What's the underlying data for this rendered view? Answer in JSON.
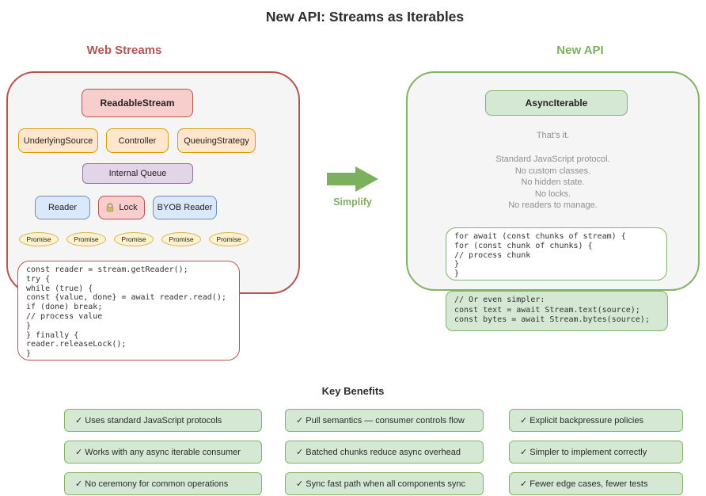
{
  "title": "New API: Streams as Iterables",
  "colors": {
    "red_stroke": "#b85450",
    "red_fill": "#f8cecc",
    "orange_stroke": "#d79b00",
    "orange_fill": "#ffe6cc",
    "purple_stroke": "#9673a6",
    "purple_fill": "#e1d5e7",
    "blue_stroke": "#6c8ebf",
    "blue_fill": "#dae8fc",
    "yellow_stroke": "#d6b656",
    "yellow_fill": "#fff2cc",
    "green_stroke": "#82b366",
    "green_fill": "#d5e8d4",
    "accent_green": "#7cb05e",
    "accent_red": "#b05553",
    "panel_bg": "#f5f5f5",
    "muted_text": "#8f8f8f"
  },
  "web_streams": {
    "header": "Web Streams",
    "root_box": "ReadableStream",
    "components": [
      "UnderlyingSource",
      "Controller",
      "QueuingStrategy"
    ],
    "queue_box": "Internal Queue",
    "reader_box": "Reader",
    "lock_box": "Lock",
    "byob_box": "BYOB Reader",
    "promises": [
      "Promise",
      "Promise",
      "Promise",
      "Promise",
      "Promise"
    ],
    "code": "const reader = stream.getReader();\ntry {\nwhile (true) {\nconst {value, done} = await reader.read();\nif (done) break;\n// process value\n}\n} finally {\nreader.releaseLock();\n}"
  },
  "transition": {
    "label": "Simplify"
  },
  "new_api": {
    "header": "New API",
    "root_box": "AsyncIterable",
    "tagline": "That’s it.",
    "points": [
      "Standard JavaScript protocol.",
      "No custom classes.",
      "No hidden state.",
      "No locks.",
      "No readers to manage."
    ],
    "code_loop": "for await (const chunks of stream) {\nfor (const chunk of chunks) {\n// process chunk\n}\n}",
    "code_simpler": "// Or even simpler:\nconst text = await Stream.text(source);\nconst bytes = await Stream.bytes(source);"
  },
  "key_benefits": {
    "header": "Key Benefits",
    "items": [
      "✓ Uses standard JavaScript protocols",
      "✓ Pull semantics — consumer controls flow",
      "✓ Explicit backpressure policies",
      "✓ Works with any async iterable consumer",
      "✓ Batched chunks reduce async overhead",
      "✓ Simpler to implement correctly",
      "✓ No ceremony for common operations",
      "✓ Sync fast path when all components sync",
      "✓ Fewer edge cases, fewer tests"
    ]
  }
}
